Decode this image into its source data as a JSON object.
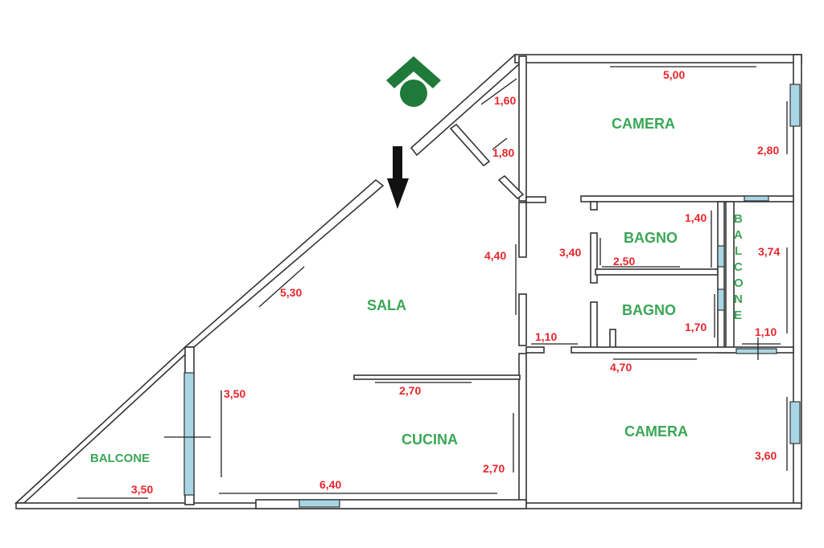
{
  "colors": {
    "room_label": "#3aa655",
    "measurement": "#e8262b",
    "window": "#a9d6e5",
    "logo": "#1f7a3a"
  },
  "icons": {
    "logo": "house-roof-logo-icon",
    "arrow": "arrow-down-icon"
  },
  "rooms": {
    "sala": "SALA",
    "cucina": "CUCINA",
    "camera_top": "CAMERA",
    "camera_bottom": "CAMERA",
    "bagno_top": "BAGNO",
    "bagno_bottom": "BAGNO",
    "balcone_left": "BALCONE",
    "balcone_right": [
      "B",
      "A",
      "L",
      "C",
      "O",
      "N",
      "E"
    ]
  },
  "measurements": {
    "camera_top_width": "5,00",
    "camera_top_height": "2,80",
    "closet_a": "1,60",
    "closet_b": "1,80",
    "bagno_top_height": "1,40",
    "bagno_left": "3,40",
    "bagno_width": "2,50",
    "bagno_bottom_height": "1,70",
    "hall_height": "4,40",
    "balcone_right_height": "3,74",
    "balcone_right_width": "1,10",
    "hall_width": "1,10",
    "camera_bottom_width": "4,70",
    "camera_bottom_height": "3,60",
    "sala_diagonal": "5,30",
    "cucina_top_width": "2,70",
    "cucina_height": "2,70",
    "cucina_left_height": "3,50",
    "cucina_bottom_width": "6,40",
    "balcone_left_width": "3,50"
  }
}
